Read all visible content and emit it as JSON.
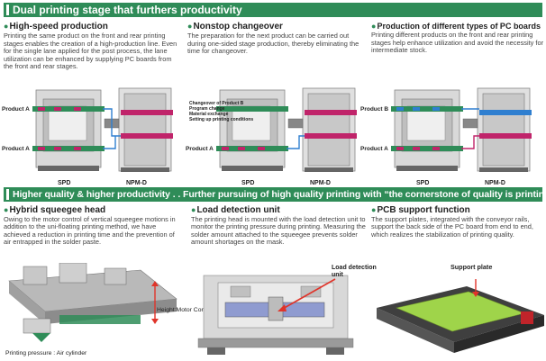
{
  "section1": {
    "banner": "Dual printing stage that furthers productivity",
    "col1": {
      "title": "High-speed production",
      "text": "Printing the same product on the front and rear printing stages enables the creation of a high-production line. Even for the single lane applied for the post process, the lane utilization can be enhanced by supplying PC boards from the front and rear stages.",
      "label_top": "Product A",
      "label_bottom": "Product A"
    },
    "col2": {
      "title": "Nonstop changeover",
      "text": "The preparation for the next product can be carried out during one-sided stage production, thereby eliminating the time for changeover.",
      "notes": [
        "Changeover of Product B",
        "Program change",
        "Material exchange",
        "Setting up printing conditions"
      ],
      "label_bottom": "Product A"
    },
    "col3": {
      "title": "Production of different types of PC boards",
      "text": "Printing different products on the front and rear printing stages help enhance utilization and avoid the necessity for intermediate stock.",
      "label_top": "Product B",
      "label_bottom": "Product A"
    },
    "machine_labels": [
      "SPD",
      "NPM-D"
    ]
  },
  "section2": {
    "banner": "Higher quality & higher productivity . . Further pursuing of high quality printing with “the cornerstone of quality is printing”",
    "col1": {
      "title": "Hybrid squeegee head",
      "text": "Owing to the motor control of vertical squeegee motions in addition to the uni-floating printing method, we have achieved a reduction in printing time and the prevention of air entrapped in the solder paste.",
      "height_label": "Height:Motor Control",
      "pressure_label": "Printing pressure : Air cylinder"
    },
    "col2": {
      "title": "Load detection unit",
      "text": "The printing head is mounted with the load detection unit to monitor the printing pressure during printing. Measuring the solder amount attached to the squeegee prevents solder amount shortages on the mask.",
      "callout": "Load detection unit"
    },
    "col3": {
      "title": "PCB support function",
      "text": "The support plates, integrated with the conveyor rails, support the back side of the PC board from end to end, which realizes the stabilization of printing quality.",
      "callout": "Support plate"
    }
  },
  "colors": {
    "banner": "#2f8c58",
    "board": "#c0246a",
    "stage": "#2f8c58",
    "arrow": "#e0342a"
  }
}
